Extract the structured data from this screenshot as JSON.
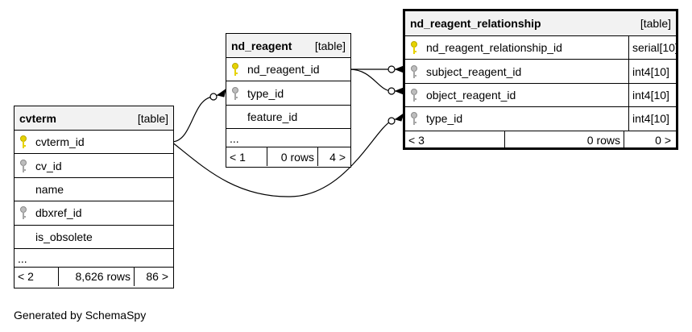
{
  "tables": {
    "cvterm": {
      "name": "cvterm",
      "kind": "[table]",
      "columns": [
        {
          "name": "cvterm_id",
          "key": "primary"
        },
        {
          "name": "cv_id",
          "key": "foreign"
        },
        {
          "name": "name",
          "key": "none"
        },
        {
          "name": "dbxref_id",
          "key": "foreign"
        },
        {
          "name": "is_obsolete",
          "key": "none"
        }
      ],
      "ellipsis": "...",
      "parents": "< 2",
      "rows": "8,626 rows",
      "children": "86 >"
    },
    "nd_reagent": {
      "name": "nd_reagent",
      "kind": "[table]",
      "columns": [
        {
          "name": "nd_reagent_id",
          "key": "primary"
        },
        {
          "name": "type_id",
          "key": "foreign"
        },
        {
          "name": "feature_id",
          "key": "none"
        }
      ],
      "ellipsis": "...",
      "parents": "< 1",
      "rows": "0 rows",
      "children": "4 >"
    },
    "nd_reagent_relationship": {
      "name": "nd_reagent_relationship",
      "kind": "[table]",
      "columns": [
        {
          "name": "nd_reagent_relationship_id",
          "key": "primary",
          "type": "serial[10]"
        },
        {
          "name": "subject_reagent_id",
          "key": "foreign",
          "type": "int4[10]"
        },
        {
          "name": "object_reagent_id",
          "key": "foreign",
          "type": "int4[10]"
        },
        {
          "name": "type_id",
          "key": "foreign",
          "type": "int4[10]"
        }
      ],
      "parents": "< 3",
      "rows": "0 rows",
      "children": "0 >"
    }
  },
  "colors": {
    "primary_key": "#e6d200",
    "foreign_key": "#a6a6a6",
    "header_bg": "#f2f2f2"
  },
  "footer_text": "Generated by SchemaSpy"
}
